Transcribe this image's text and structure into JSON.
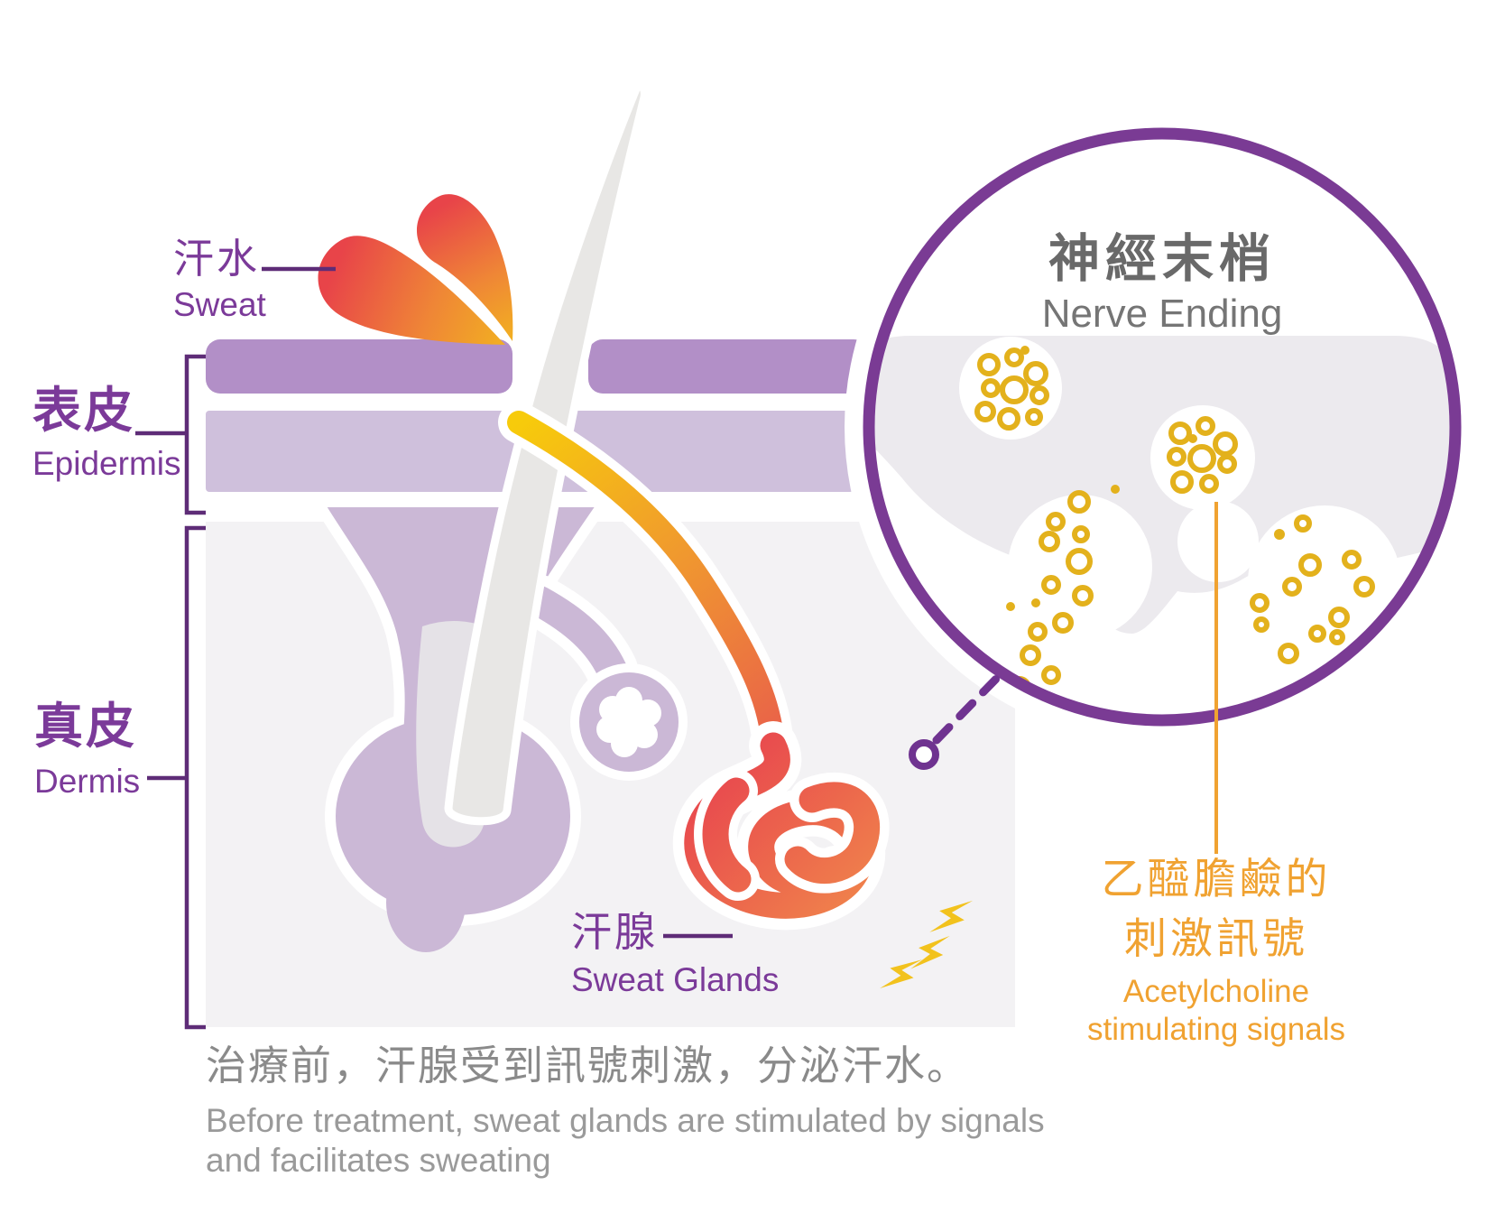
{
  "figure": {
    "type": "medical-skin-infographic",
    "topic": "Before treatment: sweat glands stimulated by acetylcholine signals"
  },
  "labels": {
    "sweat": {
      "zh": "汗水",
      "en": "Sweat"
    },
    "epidermis": {
      "zh": "表皮",
      "en": "Epidermis"
    },
    "dermis": {
      "zh": "真皮",
      "en": "Dermis"
    },
    "sweat_glands": {
      "zh": "汗腺",
      "en": "Sweat Glands"
    },
    "nerve_ending": {
      "zh": "神經末梢",
      "en": "Nerve Ending"
    },
    "acetylcholine": {
      "zh1": "乙醯膽鹼的",
      "zh2": "刺激訊號",
      "en1": "Acetylcholine",
      "en2": "stimulating signals"
    }
  },
  "caption": {
    "zh": "治療前，汗腺受到訊號刺激，分泌汗水。",
    "en1": "Before treatment, sweat glands are stimulated by signals",
    "en2": "and facilitates sweating"
  },
  "colors": {
    "label_purple": "#7b3a99",
    "bracket_purple": "#5e2c77",
    "circle_ring_purple": "#7a3b94",
    "epidermis_band_dark": "#b28fc7",
    "epidermis_band_light": "#cfc0dc",
    "follicle_purple": "#cbb8d6",
    "dermis_gray": "#f3f2f4",
    "hair_gray": "#e8e7e5",
    "nerve_blob_gray": "#eceaee",
    "molecule_yellow": "#e3b11c",
    "lightning_yellow": "#f2c21d",
    "duct_yellow": "#f7cb0b",
    "gland_red": "#e8474e",
    "gland_orange": "#f0854b",
    "accent_orange": "#f0a231",
    "caption_gray": "#8a8a8a"
  },
  "icons": {
    "sweat_droplets": "sweat-droplet-icon",
    "hair": "hair-shaft-icon",
    "follicle": "hair-follicle-icon",
    "sebaceous": "sebaceous-gland-icon",
    "duct": "sweat-duct-icon",
    "gland": "sweat-gland-coil-icon",
    "lightning": "stimulation-lightning-icon",
    "magnifier": "nerve-ending-magnifier-circle",
    "molecules": "acetylcholine-molecule-icon",
    "pointer": "dashed-pointer-line"
  }
}
